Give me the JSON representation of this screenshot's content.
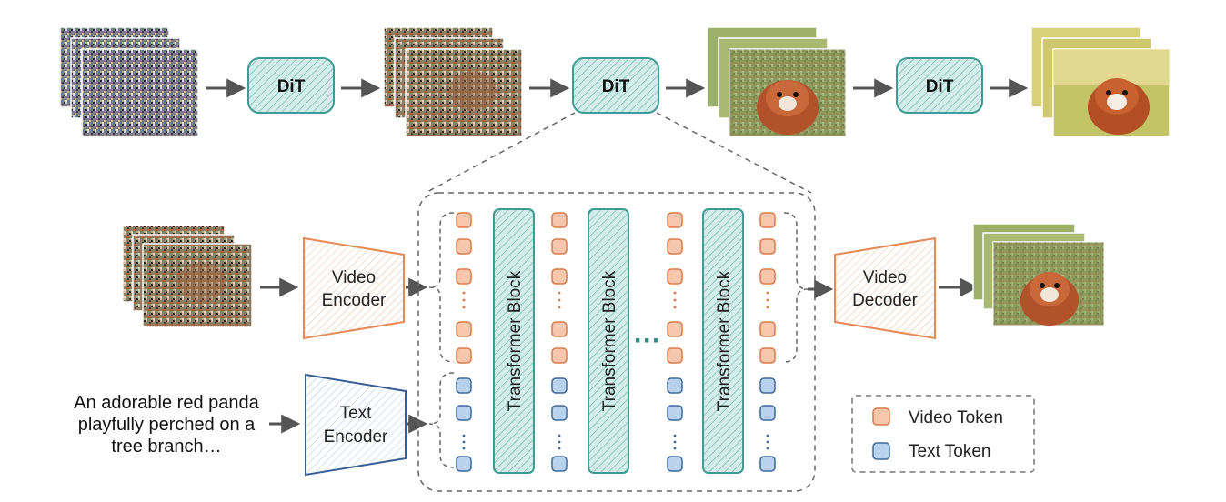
{
  "pipeline": {
    "dit_labels": [
      "DiT",
      "DiT",
      "DiT"
    ]
  },
  "modules": {
    "video_encoder": [
      "Video",
      "Encoder"
    ],
    "text_encoder": [
      "Text",
      "Encoder"
    ],
    "video_decoder": [
      "Video",
      "Decoder"
    ]
  },
  "transformer": {
    "block_label": "Transformer Block",
    "ellipsis": "···"
  },
  "prompt": {
    "lines": [
      "An adorable red panda",
      "playfully perched on a",
      "tree branch…"
    ]
  },
  "legend": {
    "video_token": "Video Token",
    "text_token": "Text Token"
  },
  "colors": {
    "video_token_fill": "#f6c7ad",
    "video_token_stroke": "#d97b4a",
    "text_token_fill": "#b9d3ee",
    "text_token_stroke": "#3f6a9a",
    "dit_fill": "#d4ecea",
    "dit_stroke": "#3f9c94",
    "video_module_stroke": "#e58a55",
    "text_module_stroke": "#355f95",
    "arrow": "#555555",
    "dash": "#666666"
  }
}
